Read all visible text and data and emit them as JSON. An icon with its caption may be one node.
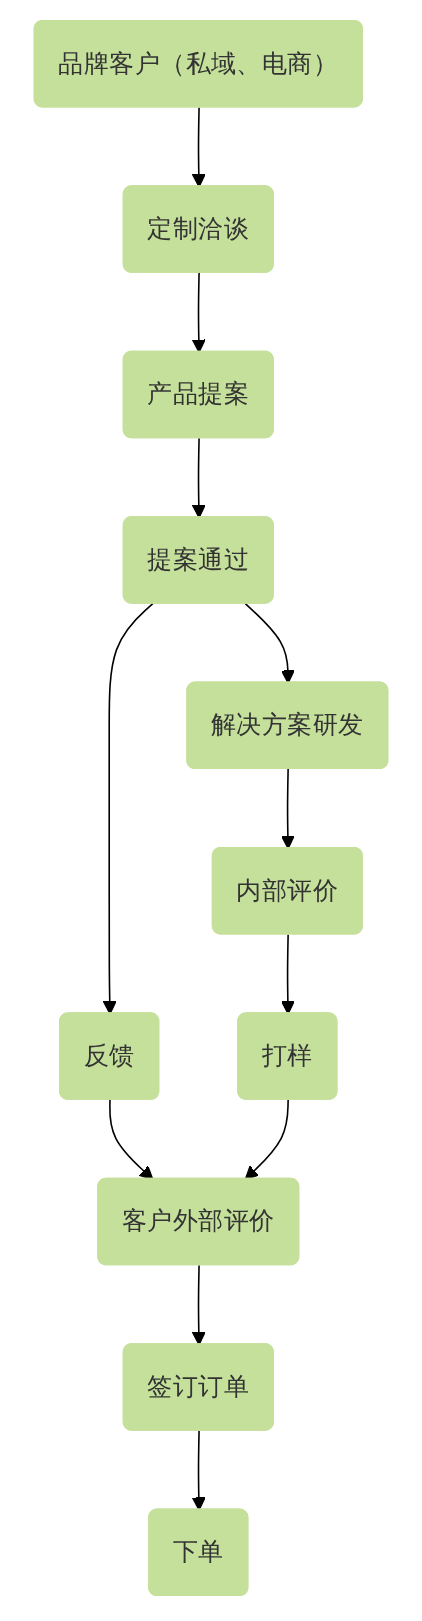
{
  "diagram": {
    "nodes": [
      {
        "text": [
          "品牌客户（私域、电商）"
        ]
      },
      {
        "text": [
          "定制洽谈"
        ]
      },
      {
        "text": [
          "产品提案"
        ]
      },
      {
        "text": [
          "提案通过"
        ]
      },
      {
        "text": [
          "解决方案研发"
        ]
      },
      {
        "text": [
          "反馈"
        ]
      },
      {
        "text": [
          "内部评价"
        ]
      },
      {
        "text": [
          "打样"
        ]
      },
      {
        "text": [
          "客户外部评价"
        ]
      },
      {
        "text": [
          "签订订单"
        ]
      },
      {
        "text": [
          "下单"
        ]
      }
    ],
    "edges": [
      {
        "from": 0,
        "to": 1,
        "arrow": "to"
      },
      {
        "from": 1,
        "to": 2,
        "arrow": "to"
      },
      {
        "from": 2,
        "to": 3,
        "arrow": "to"
      },
      {
        "from": 3,
        "to": 5,
        "arrow": "to"
      },
      {
        "from": 3,
        "to": 4,
        "arrow": "to"
      },
      {
        "from": 4,
        "to": 6,
        "arrow": "to"
      },
      {
        "from": 6,
        "to": 7,
        "arrow": "to"
      },
      {
        "from": 5,
        "to": 8,
        "arrow": "to"
      },
      {
        "from": 7,
        "to": 8,
        "arrow": "to"
      },
      {
        "from": 8,
        "to": 9,
        "arrow": "to"
      },
      {
        "from": 9,
        "to": 10,
        "arrow": "to"
      }
    ]
  }
}
